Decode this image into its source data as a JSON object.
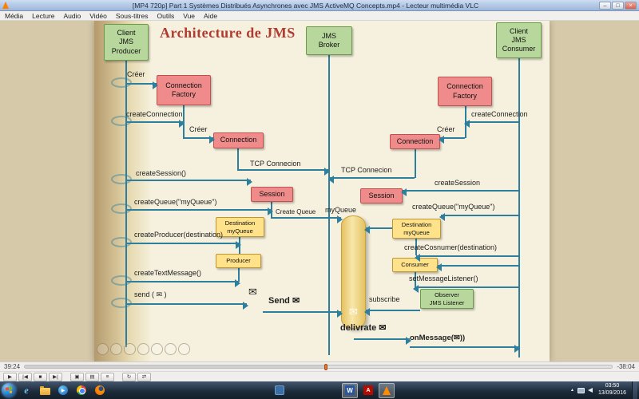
{
  "window": {
    "title": "[MP4 720p] Part 1 Systèmes Distribués Asynchrones avec JMS ActiveMQ Concepts.mp4 - Lecteur multimédia VLC",
    "minimize": "–",
    "maximize": "□",
    "close": "×"
  },
  "menu": {
    "items": [
      "Média",
      "Lecture",
      "Audio",
      "Vidéo",
      "Sous-titres",
      "Outils",
      "Vue",
      "Aide"
    ]
  },
  "diagram": {
    "title": "Architecture de JMS",
    "actors": {
      "producer": "Client\nJMS\nProducer",
      "broker": "JMS\nBroker",
      "consumer": "Client\nJMS\nConsumer"
    },
    "boxes": {
      "connection_factory": "Connection\nFactory",
      "connection": "Connection",
      "session": "Session",
      "destination": "Destination\nmyQueue",
      "producer_obj": "Producer",
      "consumer_obj": "Consumer",
      "observer": "Observer\nJMS Listener"
    },
    "messages": {
      "creer": "Créer",
      "create_connection": "createConnection",
      "tcp": "TCP Connecion",
      "create_session_l": "createSession()",
      "create_queue": "createQueue(\"myQueue\")",
      "create_queue_small": "Create Queue",
      "my_queue": "myQueue",
      "create_producer": "createProducer(destination)",
      "create_text_message": "createTextMessage()",
      "send": "send ( ✉ )",
      "send_bold": "Send ✉",
      "envelope": "✉",
      "create_session_r": "createSession",
      "create_consumer": "createCosnumer(destination)",
      "set_message_listener": "setMessageListener()",
      "subscribe": "subscribe",
      "delivrate": "delivrate ✉",
      "on_message": "onMessage(✉))"
    },
    "colors": {
      "actor_green": "#b7d79c",
      "box_pink": "#ef8b8b",
      "box_yellow": "#ffe28a",
      "arrow_teal": "#2e7f9d",
      "title_red": "#b23a2e"
    }
  },
  "vlc": {
    "time_elapsed": "39:24",
    "time_remaining": "-38:04",
    "buttons": [
      {
        "name": "play",
        "glyph": "▶"
      },
      {
        "name": "previous",
        "glyph": "|◀"
      },
      {
        "name": "stop",
        "glyph": "■"
      },
      {
        "name": "next",
        "glyph": "▶|"
      },
      {
        "name": "fullscreen",
        "glyph": "▣"
      },
      {
        "name": "extended-settings",
        "glyph": "▤"
      },
      {
        "name": "playlist",
        "glyph": "≡"
      },
      {
        "name": "loop",
        "glyph": "↻"
      },
      {
        "name": "random",
        "glyph": "⇄"
      }
    ]
  },
  "taskbar": {
    "ie": "e",
    "word": "W",
    "pdf": "A",
    "expander": "▲",
    "clock_time": "03:50",
    "clock_date": "13/09/2016"
  }
}
